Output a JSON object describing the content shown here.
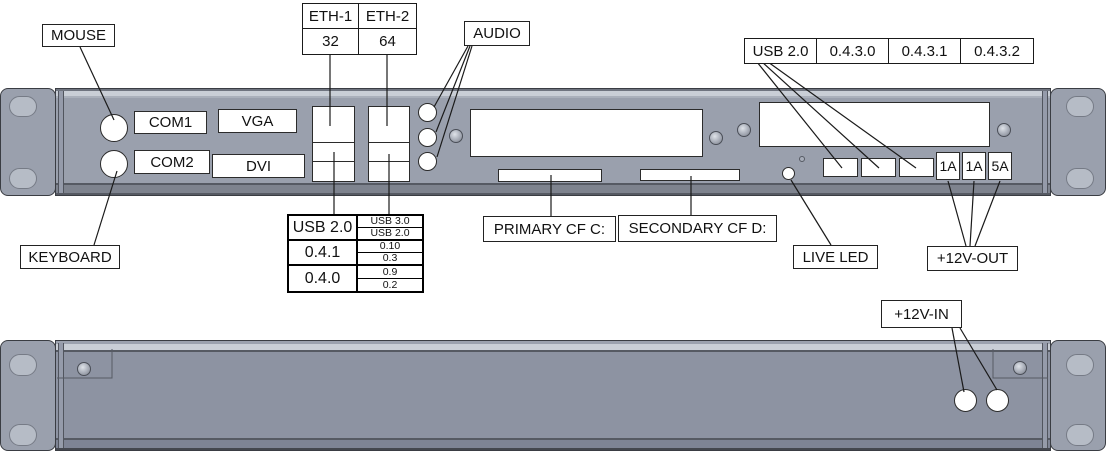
{
  "callouts": {
    "mouse": "MOUSE",
    "keyboard": "KEYBOARD",
    "audio": "AUDIO",
    "live_led": "LIVE LED",
    "v12_out": "+12V-OUT",
    "v12_in": "+12V-IN",
    "primary_cf": "PRIMARY CF C:",
    "secondary_cf": "SECONDARY CF D:"
  },
  "plates": {
    "com1": "COM1",
    "com2": "COM2",
    "vga": "VGA",
    "dvi": "DVI",
    "fuses": [
      "1A",
      "1A",
      "5A"
    ]
  },
  "eth_table": {
    "headers": [
      "ETH-1",
      "ETH-2"
    ],
    "values": [
      "32",
      "64"
    ]
  },
  "usb_hub_table": {
    "cells": [
      "USB 2.0",
      "0.4.3.0",
      "0.4.3.1",
      "0.4.3.2"
    ]
  },
  "usb_combo_table": {
    "rows": [
      {
        "left": "USB 2.0",
        "top": "USB 3.0",
        "bottom": "USB 2.0"
      },
      {
        "left": "0.4.1",
        "top": "0.10",
        "bottom": "0.3"
      },
      {
        "left": "0.4.0",
        "top": "0.9",
        "bottom": "0.2"
      }
    ]
  },
  "colors": {
    "chassis_front": "#9aa0ad",
    "chassis_rear": "#8d93a2",
    "edge_highlight": "#c9ced6",
    "edge_shadow": "#70757f",
    "outline": "#3a3d43",
    "ear_slot": "#b6bcc6",
    "leader_line": "#1a1a1a",
    "port_fill": "#ffffff"
  }
}
